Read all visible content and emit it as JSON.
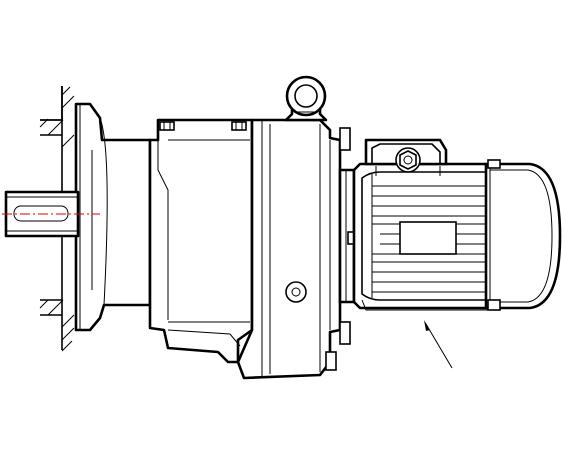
{
  "drawing": {
    "line_color": "#000000",
    "background": "#ffffff",
    "centerline_color": "#e00000"
  },
  "parts": {
    "wall": "mounting-wall",
    "flange": "output-flange",
    "shaft": "output-shaft",
    "gear_housing": "gear-housing",
    "intermediate_housing": "intermediate-housing",
    "eyebolt": "lifting-eyebolt",
    "motor": "electric-motor",
    "terminal_box": "terminal-box",
    "fan_cover": "fan-cover",
    "leader": "leader-arrow"
  }
}
